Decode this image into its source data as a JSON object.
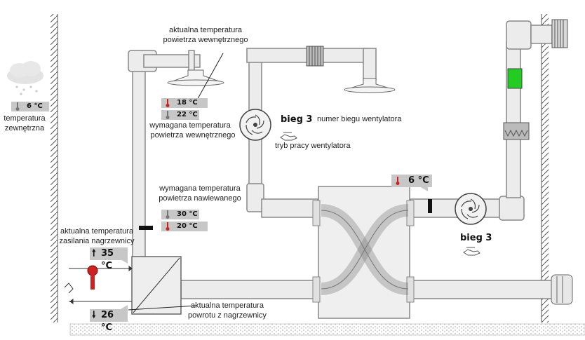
{
  "outdoor": {
    "temp": "6 °C",
    "label_1": "temperatura",
    "label_2": "zewnętrzna"
  },
  "indoor_actual": {
    "label_1": "aktualna temperatura",
    "label_2": "powietrza wewnętrznego",
    "value": "18 °C"
  },
  "indoor_required": {
    "value": "22 °C",
    "label_1": "wymagana temperatura",
    "label_2": "powietrza wewnętrznego"
  },
  "fan1": {
    "gear": "bieg 3",
    "gear_label": "numer biegu wentylatora",
    "mode_label": "tryb pracy wentylatora"
  },
  "supply_required": {
    "label_1": "wymagana temperatura",
    "label_2": "powietrza nawiewanego",
    "value": "30 °C"
  },
  "supply_actual": {
    "value": "20 °C"
  },
  "heater_supply": {
    "label_1": "aktualna temperatura",
    "label_2": "zasilania nagrzewnicy",
    "value": "35 °C"
  },
  "heater_return": {
    "value": "26 °C",
    "label_1": "aktualna temperatura",
    "label_2": "powrotu z nagrzewnicy"
  },
  "intake": {
    "temp": "6 °C"
  },
  "fan2": {
    "gear": "bieg 3"
  },
  "colors": {
    "pipe": "#ececec",
    "pipe_stroke": "#888888",
    "badge": "#c7c7c7",
    "thermo_red": "#cc2222",
    "thermo_gray": "#777777",
    "filter_green": "#22cc22",
    "valve_red": "#cc2222"
  }
}
